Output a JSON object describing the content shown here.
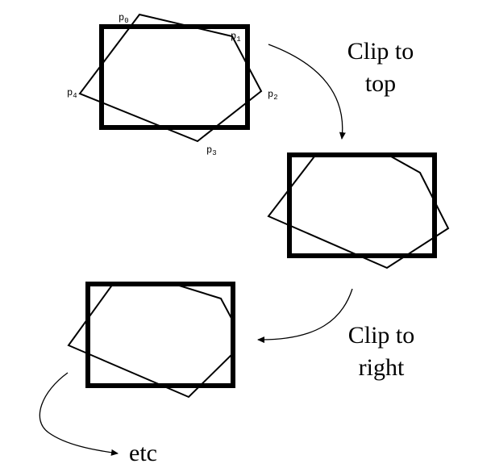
{
  "captions": {
    "clip_top": [
      "Clip to",
      "top"
    ],
    "clip_right": [
      "Clip to",
      "right"
    ],
    "etc": "etc"
  },
  "vertex_labels": {
    "p0": {
      "base": "p",
      "sub": "0"
    },
    "p1": {
      "base": "p",
      "sub": "1"
    },
    "p2": {
      "base": "p",
      "sub": "2"
    },
    "p3": {
      "base": "p",
      "sub": "3"
    },
    "p4": {
      "base": "p",
      "sub": "4"
    }
  },
  "colors": {
    "stroke": "#000000",
    "background": "#ffffff"
  }
}
